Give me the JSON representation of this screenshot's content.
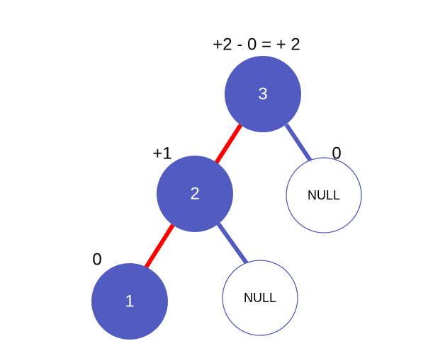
{
  "colors": {
    "node_fill": "#525bbf",
    "null_stroke": "#4a52b8",
    "edge_left": "#ff0000",
    "edge_right": "#525bbf",
    "background": "#ffffff"
  },
  "nodes": {
    "node_3": {
      "label": "3",
      "annotation": "+2 - 0 = + 2"
    },
    "node_2": {
      "label": "2",
      "annotation": "+1"
    },
    "node_1": {
      "label": "1",
      "annotation": "0"
    },
    "null_right_of_3": {
      "label": "NULL",
      "annotation": "0"
    },
    "null_right_of_2": {
      "label": "NULL"
    }
  }
}
